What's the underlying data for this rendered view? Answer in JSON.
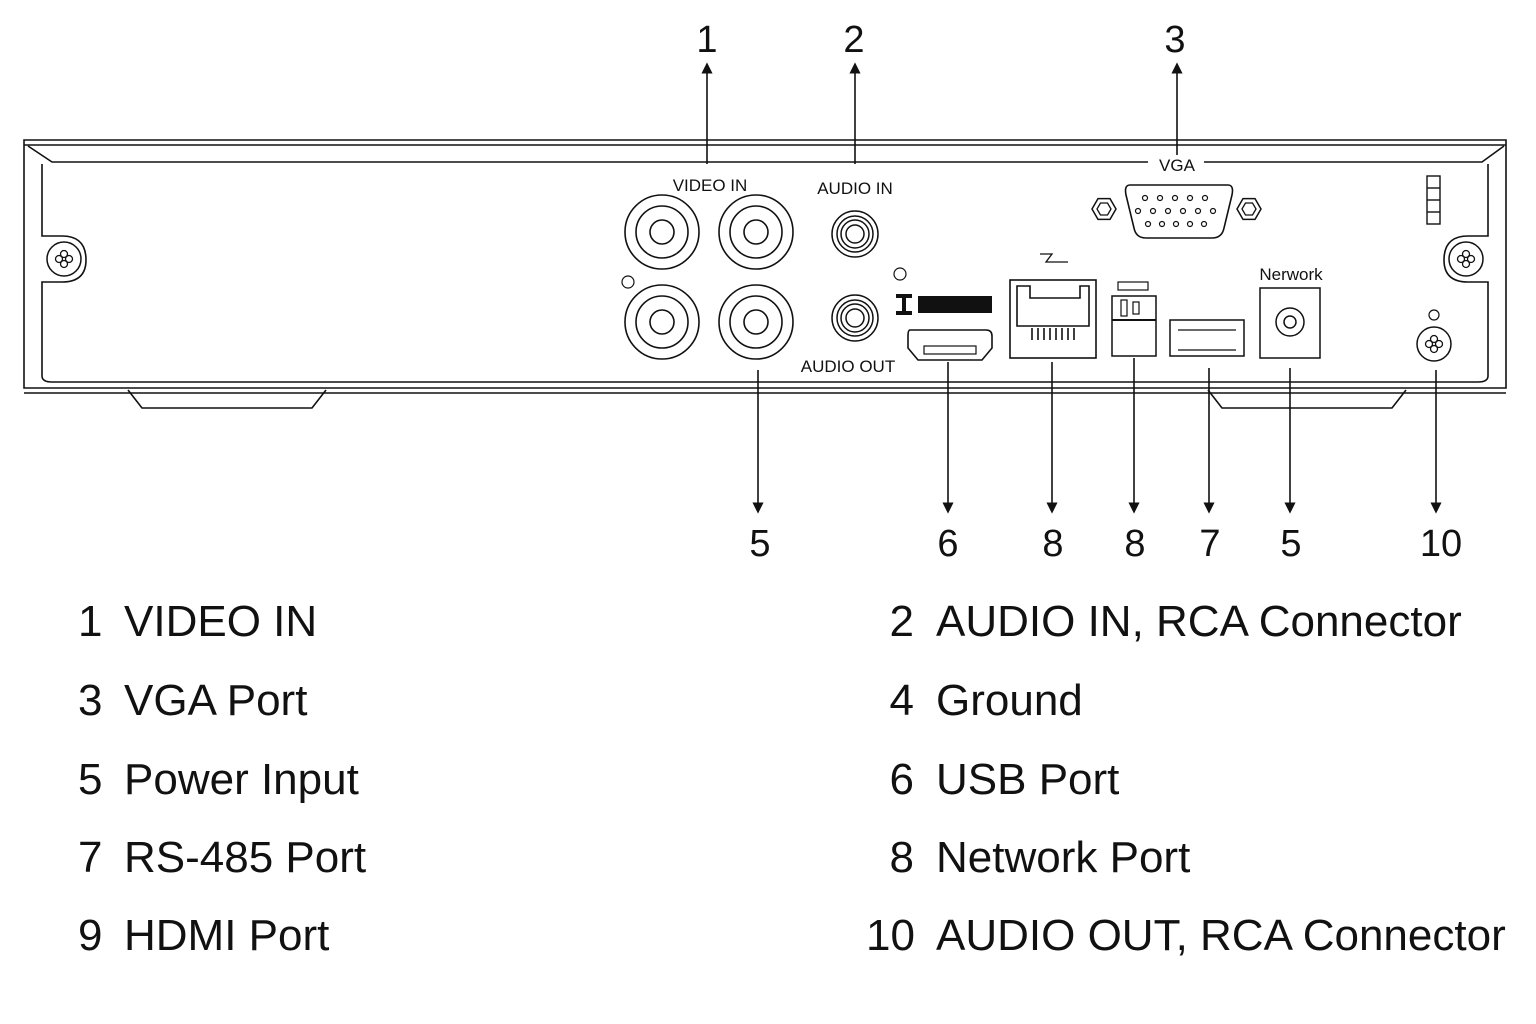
{
  "diagram": {
    "title_visible": false,
    "subject": "DVR rear panel",
    "callouts_top": [
      {
        "label": "1",
        "target": "VIDEO IN"
      },
      {
        "label": "2",
        "target": "AUDIO IN"
      },
      {
        "label": "3",
        "target": "VGA"
      }
    ],
    "callouts_bottom": [
      {
        "label": "5",
        "target": "VIDEO IN (lower right BNC)"
      },
      {
        "label": "6",
        "target": "HDMI connector"
      },
      {
        "label": "8",
        "target": "RJ45 network jack"
      },
      {
        "label": "8",
        "target": "USB (vertical)"
      },
      {
        "label": "7",
        "target": "USB (horizontal)"
      },
      {
        "label": "5",
        "target": "DC power jack"
      },
      {
        "label": "10",
        "target": "ground screw"
      }
    ],
    "panel_labels": {
      "video_in": "VIDEO IN",
      "audio_in": "AUDIO IN",
      "audio_out": "AUDIO OUT",
      "vga": "VGA",
      "network": "Nerwork"
    },
    "legend_left": [
      {
        "num": "1",
        "text": "VIDEO IN"
      },
      {
        "num": "3",
        "text": "VGA Port"
      },
      {
        "num": "5",
        "text": "Power Input"
      },
      {
        "num": "7",
        "text": "RS-485 Port"
      },
      {
        "num": "9",
        "text": "HDMI Port"
      }
    ],
    "legend_right": [
      {
        "num": "2",
        "text": "AUDIO IN, RCA Connector"
      },
      {
        "num": "4",
        "text": "Ground"
      },
      {
        "num": "6",
        "text": "USB Port"
      },
      {
        "num": "8",
        "text": "Network Port"
      },
      {
        "num": "10",
        "text": "AUDIO OUT, RCA Connector"
      }
    ],
    "colors": {
      "line": "#111111",
      "background": "#ffffff"
    }
  }
}
